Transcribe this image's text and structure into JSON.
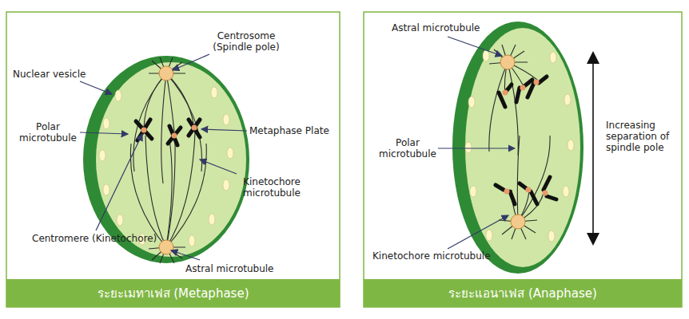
{
  "diagram": {
    "nodes": [
      {
        "text": [
          "ระยะเมทาเฟส (Metaphase)"
        ]
      },
      {
        "text": [
          "ระยะแอนาเฟส (Anaphase)"
        ]
      }
    ],
    "labels": [
      "Centrosome (Spindle pole)",
      "Nuclear vesicle",
      "Polar microtubule",
      "Metaphase Plate",
      "Kinetochore microtubule",
      "Centromere (Kinetochore)",
      "Astral microtubule",
      "Astral microtubule",
      "Polar microtubule",
      "Increasing separation of spindle pole",
      "Kinetochore microtubule"
    ]
  }
}
